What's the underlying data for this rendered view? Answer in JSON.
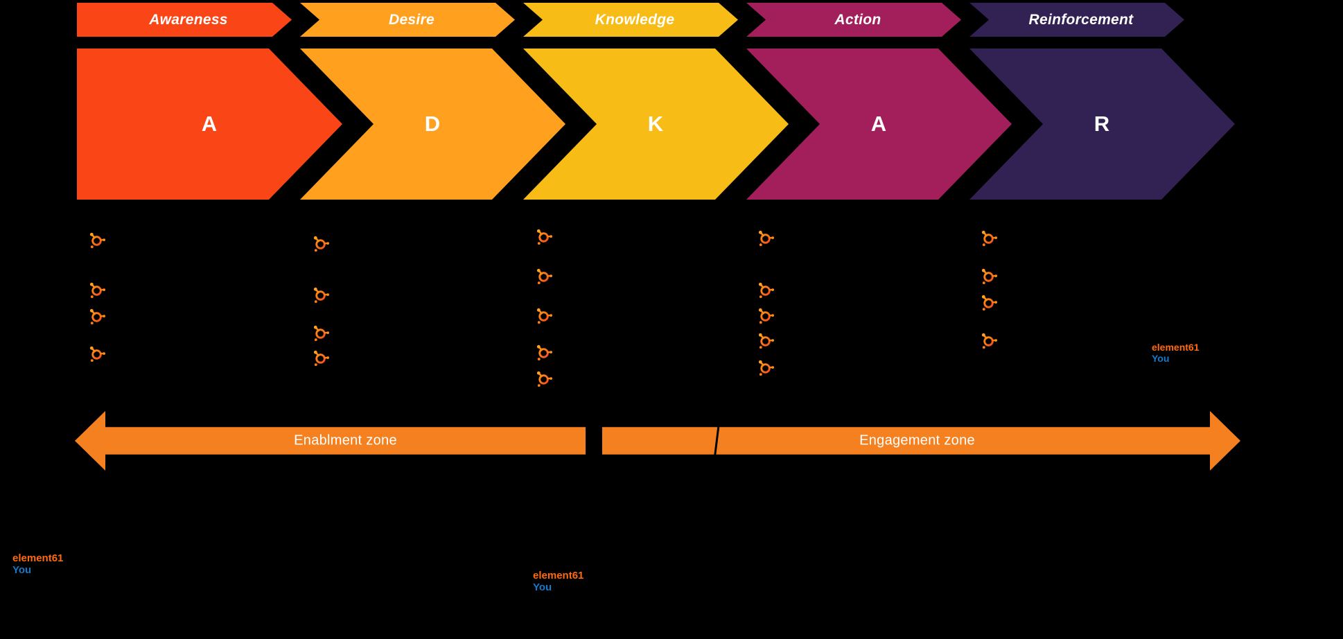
{
  "diagram": {
    "title": "ADKAR change journey diagram",
    "background_color": "#000000"
  },
  "stages": [
    {
      "id": "awareness",
      "header_label": "Awareness",
      "letter": "A",
      "color": "#FA4616",
      "icon_count": 4
    },
    {
      "id": "desire",
      "header_label": "Desire",
      "letter": "D",
      "color": "#FFA11F",
      "icon_count": 4
    },
    {
      "id": "knowledge",
      "header_label": "Knowledge",
      "letter": "K",
      "color": "#F8BC16",
      "icon_count": 5
    },
    {
      "id": "action",
      "header_label": "Action",
      "letter": "A",
      "color": "#A21F5B",
      "icon_count": 5
    },
    {
      "id": "reinforcement",
      "header_label": "Reinforcement",
      "letter": "R",
      "color": "#322153",
      "icon_count": 4
    }
  ],
  "icons": {
    "name": "hubspot-sprocket-icon",
    "color": "#FF7A0E",
    "color_light": "#FFA21D",
    "color_deep": "#F4501A"
  },
  "zones": {
    "color": "#F5801F",
    "label_color": "#FFFFFF",
    "left": {
      "label": "Enablment zone"
    },
    "right": {
      "label": "Engagement zone"
    }
  },
  "watermarks": {
    "brand_color": "#FF6A0C",
    "secondary_color": "#1779C9",
    "right": {
      "brand": "element61",
      "secondary": "You"
    },
    "bottom_left": {
      "brand": "element61",
      "secondary": "You"
    },
    "bottom_center": {
      "brand": "element61",
      "secondary": "You"
    }
  }
}
